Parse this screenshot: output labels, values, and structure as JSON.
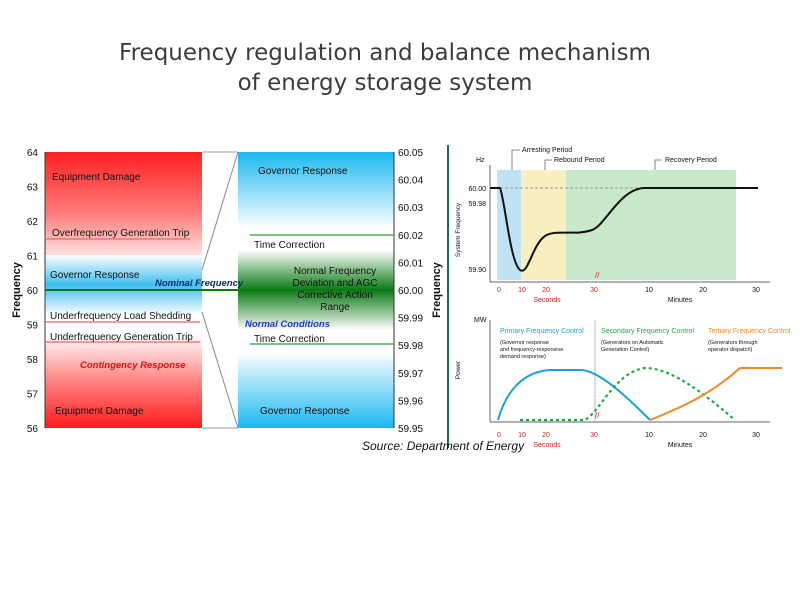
{
  "title_line1": "Frequency regulation and balance mechanism",
  "title_line2": "of energy storage system",
  "left_panel": {
    "y_axis_label": "Frequency",
    "left_ticks": [
      "64",
      "63",
      "62",
      "61",
      "60",
      "59",
      "58",
      "57",
      "56"
    ],
    "right_ticks": [
      "60.05",
      "60.04",
      "60.03",
      "60.02",
      "60.01",
      "60.00",
      "59.99",
      "59.98",
      "59.97",
      "59.96",
      "59.95"
    ],
    "labels": {
      "equipment_damage_top": "Equipment Damage",
      "overfrequency_trip": "Overfrequency Generation Trip",
      "governor_response_left": "Governor Response",
      "nominal_frequency": "Nominal Frequency",
      "underfrequency_shedding": "Underfrequency Load Shedding",
      "underfrequency_trip": "Underfrequency Generation Trip",
      "contingency_response": "Contingency Response",
      "equipment_damage_bottom": "Equipment Damage",
      "governor_response_top": "Governor Response",
      "time_correction_top": "Time Correction",
      "normal_freq_1": "Normal Frequency",
      "normal_freq_2": "Deviation and AGC",
      "normal_freq_3": "Corrective Action",
      "normal_freq_4": "Range",
      "normal_conditions": "Normal Conditions",
      "time_correction_bottom": "Time Correction",
      "governor_response_bottom": "Governor Response"
    },
    "source": "Source: Department of Energy"
  },
  "top_right_chart": {
    "hz_label": "Hz",
    "y_ticks": [
      "60.00",
      "59.98",
      "59.90"
    ],
    "y_axis_label": "System Frequency",
    "periods": [
      "Arresting Period",
      "Rebound Period",
      "Recovery Period"
    ],
    "x_ticks_seconds": [
      "0",
      "10",
      "20",
      "30"
    ],
    "x_ticks_minutes": [
      "10",
      "20",
      "30"
    ],
    "seconds_label": "Seconds",
    "minutes_label": "Minutes",
    "colors": {
      "arresting": "#bfe3f2",
      "rebound": "#fbeec0",
      "recovery": "#c9e9cb",
      "curve": "#111111"
    }
  },
  "bottom_right_chart": {
    "mw_label": "MW",
    "y_axis_label": "Power",
    "primary_title": "Primary Frequency Control",
    "primary_sub": [
      "(Governor response",
      "and frequency-responsive",
      "demand response)"
    ],
    "secondary_title": "Secondary Frequency Control",
    "secondary_sub": [
      "(Generators on Automatic",
      "Generation Control)"
    ],
    "tertiary_title": "Tertiary Frequency Control",
    "tertiary_sub": [
      "(Generators through",
      "operator dispatch)"
    ],
    "x_ticks_seconds": [
      "0",
      "10",
      "20",
      "30"
    ],
    "x_ticks_minutes": [
      "10",
      "20",
      "30"
    ],
    "seconds_label": "Seconds",
    "minutes_label": "Minutes",
    "colors": {
      "primary": "#1aa0d6",
      "secondary": "#22a84a",
      "tertiary": "#f08a24"
    }
  }
}
